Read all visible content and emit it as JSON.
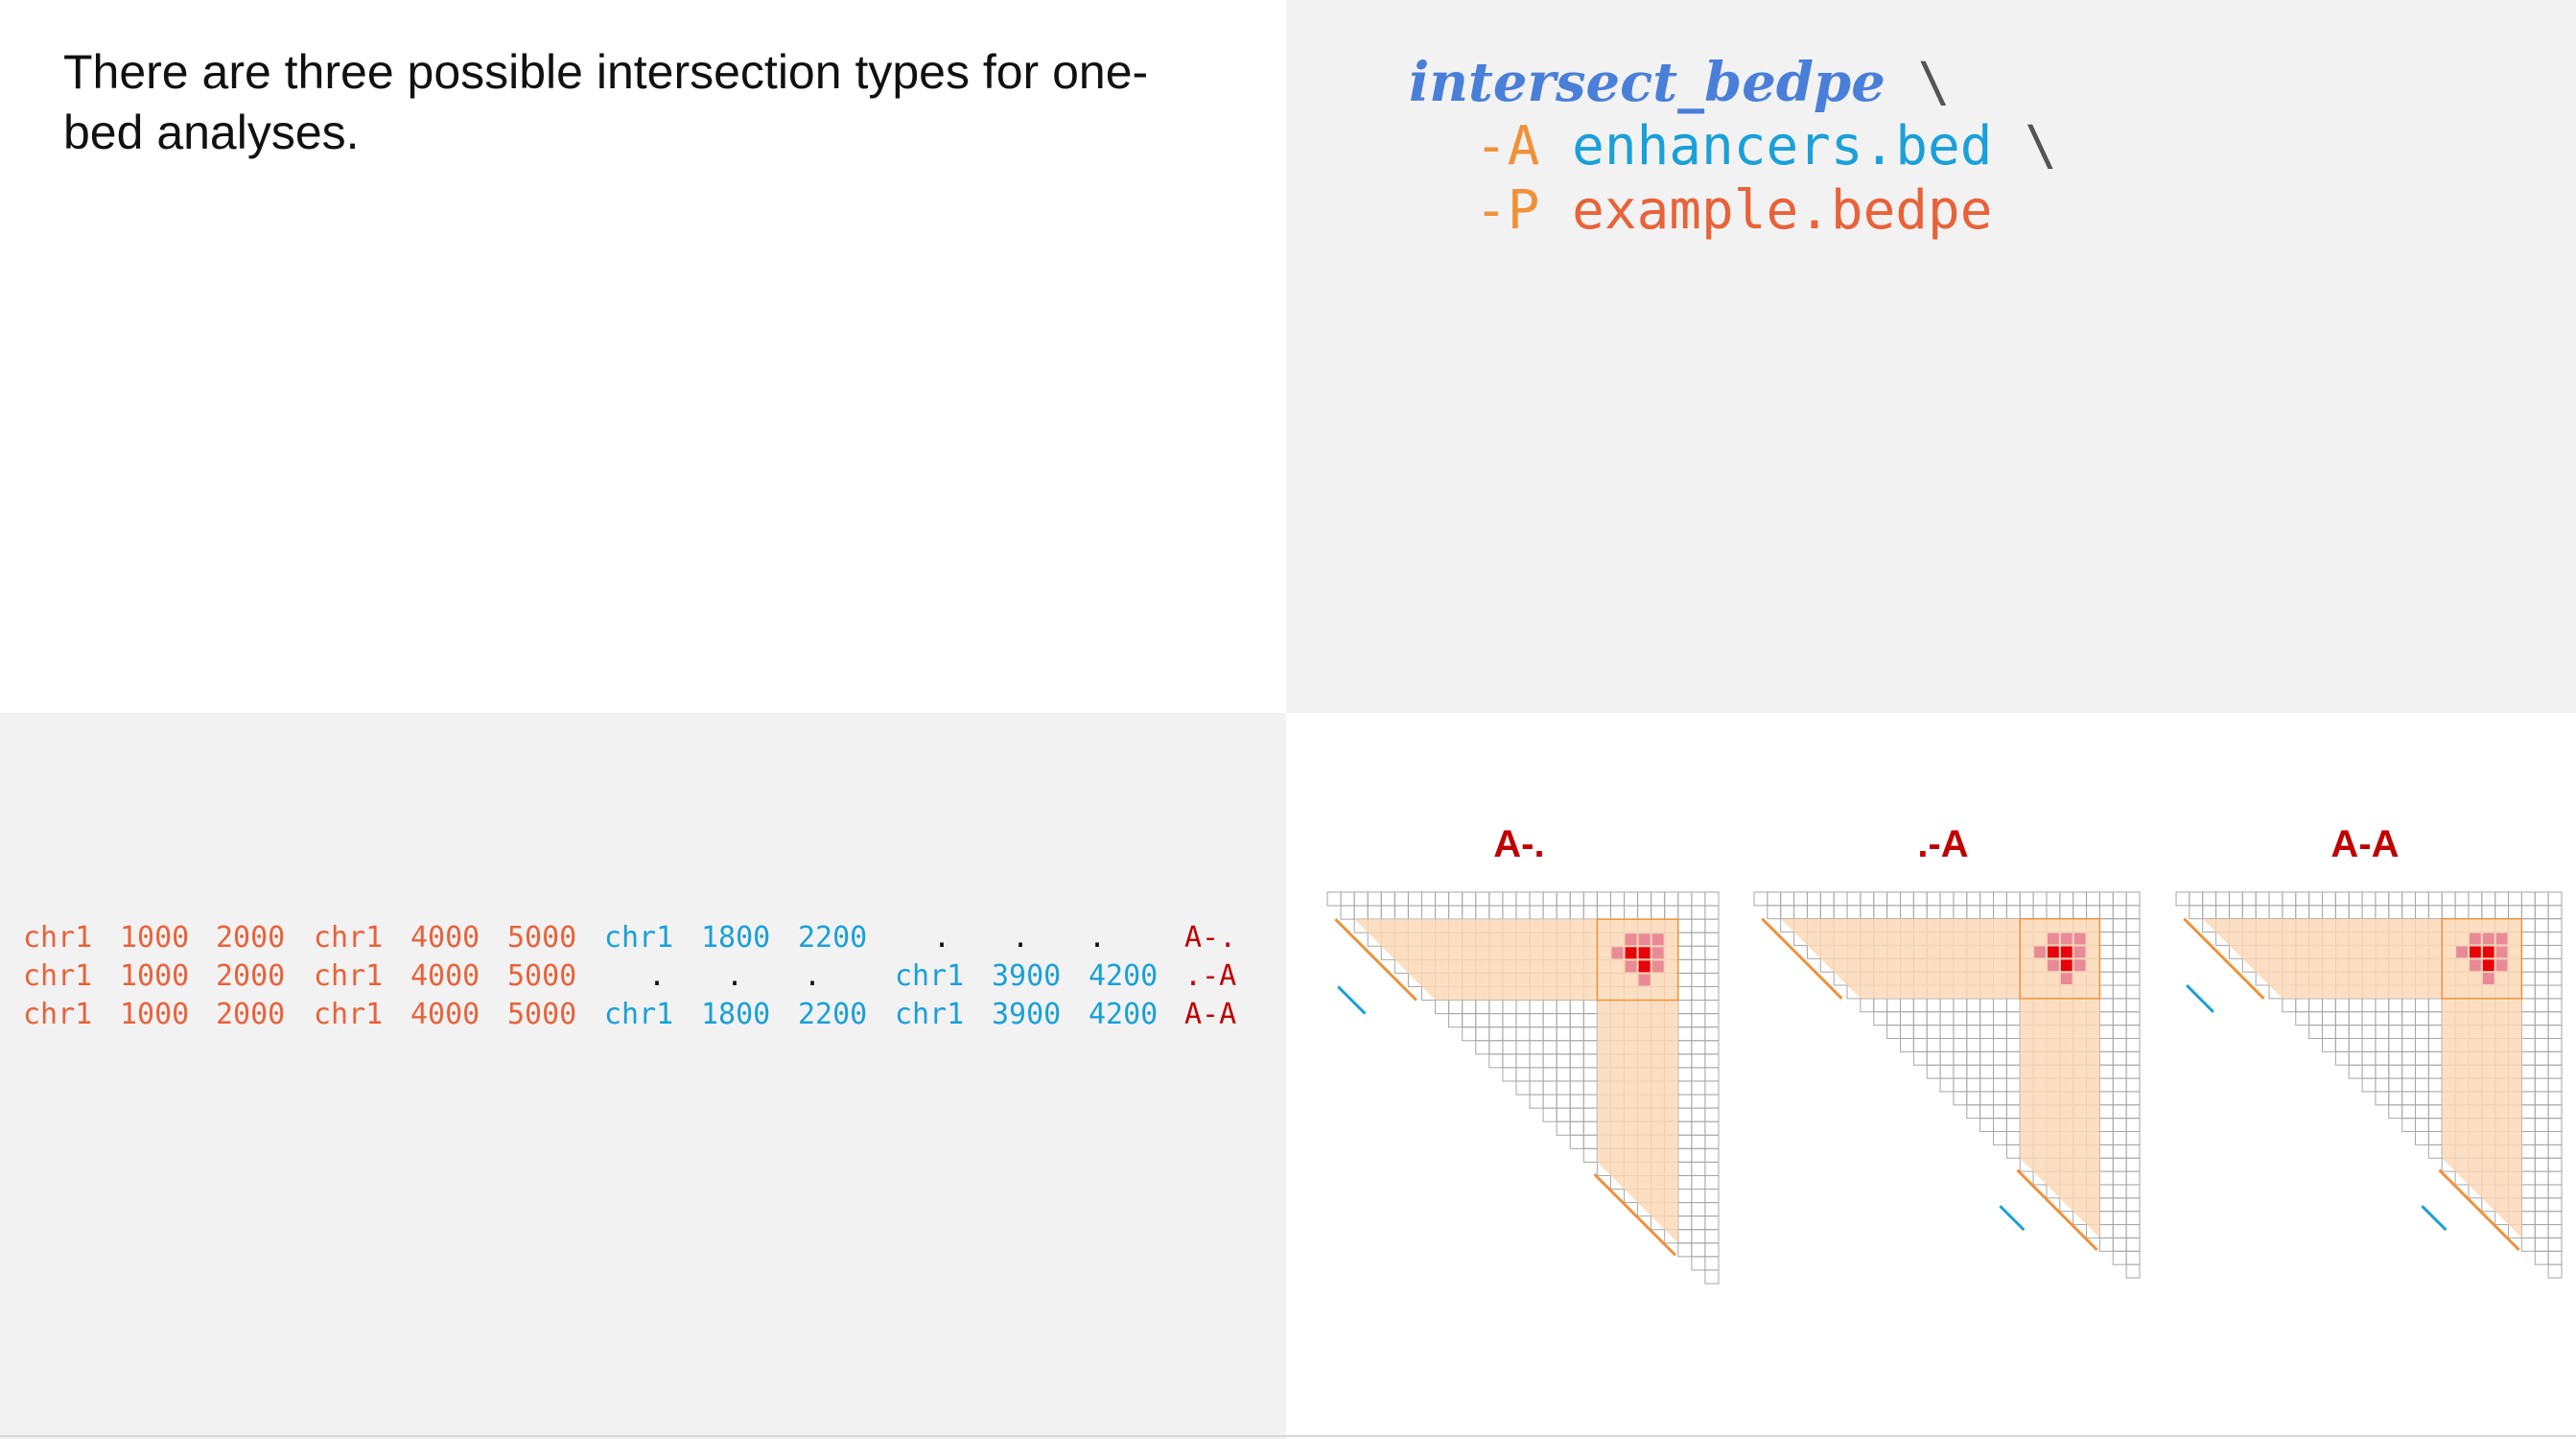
{
  "intro": {
    "text": "There are three possible intersection types for one-bed analyses."
  },
  "command": {
    "name": "intersect_bedpe",
    "continuation": "\\",
    "flag_a": "-A",
    "file_a": "enhancers.bed",
    "flag_p": "-P",
    "file_p": "example.bedpe"
  },
  "results": [
    {
      "c1": "chr1",
      "s1": "1000",
      "e1": "2000",
      "c2": "chr1",
      "s2": "4000",
      "e2": "5000",
      "a1c": "chr1",
      "a1s": "1800",
      "a1e": "2200",
      "a2c": ".",
      "a2s": ".",
      "a2e": ".",
      "type": "A-."
    },
    {
      "c1": "chr1",
      "s1": "1000",
      "e1": "2000",
      "c2": "chr1",
      "s2": "4000",
      "e2": "5000",
      "a1c": ".",
      "a1s": ".",
      "a1e": ".",
      "a2c": "chr1",
      "a2s": "3900",
      "a2e": "4200",
      "type": ".-A"
    },
    {
      "c1": "chr1",
      "s1": "1000",
      "e1": "2000",
      "c2": "chr1",
      "s2": "4000",
      "e2": "5000",
      "a1c": "chr1",
      "a1s": "1800",
      "a1e": "2200",
      "a2c": "chr1",
      "a2s": "3900",
      "a2e": "4200",
      "type": "A-A"
    }
  ],
  "panels": [
    {
      "label": "A-.",
      "anchor_a": true,
      "anchor_b": false
    },
    {
      "label": ".-A",
      "anchor_a": false,
      "anchor_b": true
    },
    {
      "label": "A-A",
      "anchor_a": true,
      "anchor_b": true
    }
  ],
  "colors": {
    "bedpe": "#e8623a",
    "bed": "#1aa0d8",
    "missing": "#111111",
    "type": "#c00000",
    "highlight": "#fcd9b8",
    "highlight_edge": "#f0913a",
    "contact_strong": "#e8000b",
    "contact_weak": "#e98a96",
    "grid": "#a6a6a6"
  }
}
